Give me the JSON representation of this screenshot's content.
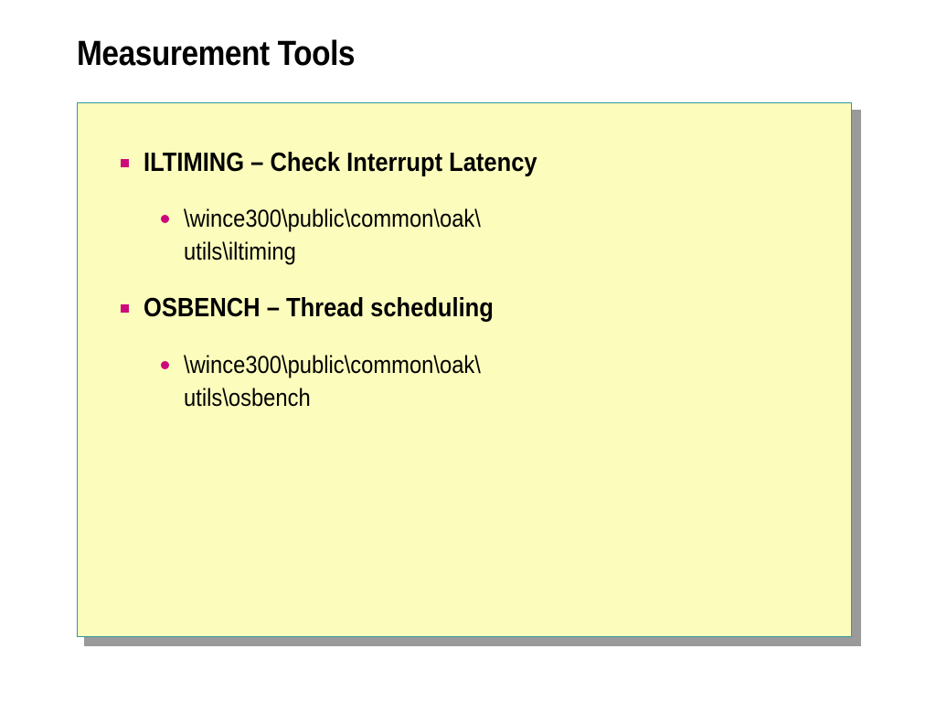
{
  "slide": {
    "title": "Measurement Tools",
    "colors": {
      "panel_background": "#fcfcbc",
      "panel_border": "#2f9a9c",
      "bullet": "#cc0a7b"
    },
    "items": [
      {
        "text": "ILTIMING – Check Interrupt Latency",
        "sub": {
          "line1": "\\wince300\\public\\common\\oak\\",
          "line2": "utils\\iltiming"
        }
      },
      {
        "text": "OSBENCH – Thread scheduling",
        "sub": {
          "line1": "\\wince300\\public\\common\\oak\\",
          "line2": "utils\\osbench"
        }
      }
    ]
  }
}
